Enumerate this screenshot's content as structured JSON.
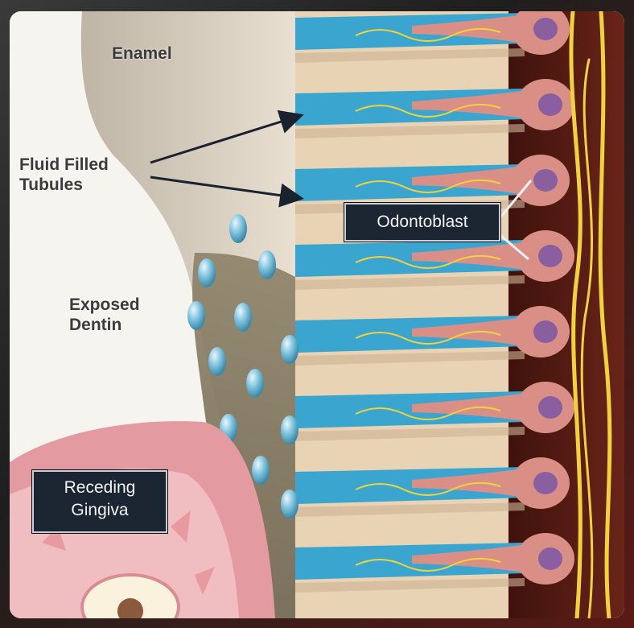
{
  "labels": {
    "enamel": "Enamel",
    "fluid_line1": "Fluid Filled",
    "fluid_line2": "Tubules",
    "exposed_line1": "Exposed",
    "exposed_line2": "Dentin",
    "odontoblast": "Odontoblast",
    "gingiva_line1": "Receding",
    "gingiva_line2": "Gingiva"
  },
  "colors": {
    "tubule": "#3aa6cf",
    "dentin": "#e8d3b4",
    "enamel": "#c8beae",
    "pulp": "#5a1d14",
    "nerve": "#f2d23a",
    "odontoblast_body": "#d98f86",
    "nucleus": "#8a5fa0",
    "gingiva": "#e39aa0",
    "label_box": "#1c2532"
  },
  "structure": {
    "tubule_count": 8,
    "fluid_droplet_count": 12
  }
}
